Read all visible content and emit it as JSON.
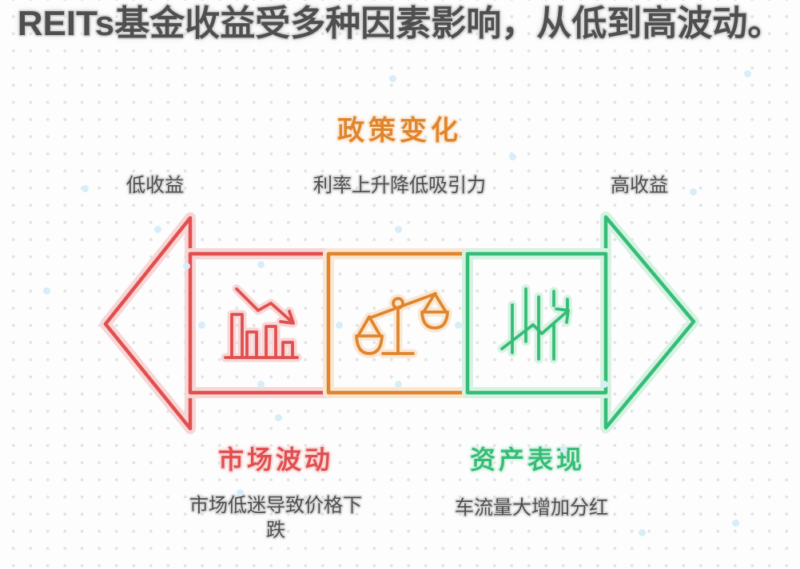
{
  "title": "REITs基金收益受多种因素影响，从低到高波动。",
  "axis": {
    "low": "低收益",
    "high": "高收益"
  },
  "factors": [
    {
      "name": "市场波动",
      "description": "市场低迷导致价格下跌",
      "color": "#e14f4f",
      "icon": "declining-bar-chart-icon",
      "label_position": "bottom"
    },
    {
      "name": "政策变化",
      "description": "利率上升降低吸引力",
      "color": "#e0852e",
      "icon": "balance-scale-icon",
      "label_position": "top"
    },
    {
      "name": "资产表现",
      "description": "车流量大增加分红",
      "color": "#35bd77",
      "icon": "rising-trend-chart-icon",
      "label_position": "bottom"
    }
  ],
  "colors": {
    "red": "#e14f4f",
    "orange": "#e0852e",
    "green": "#35bd77",
    "halo-red": "#f7d6d6",
    "halo-orange": "#f9e7d2",
    "halo-green": "#d6f2e2",
    "halo-gray": "#d9d9d9",
    "title-gray": "#4f4f4f",
    "text-gray": "#4d4d4d",
    "bg": "#fdfdfd",
    "dot": "#e3e3e3",
    "blue-dot": "#d7edf8"
  }
}
